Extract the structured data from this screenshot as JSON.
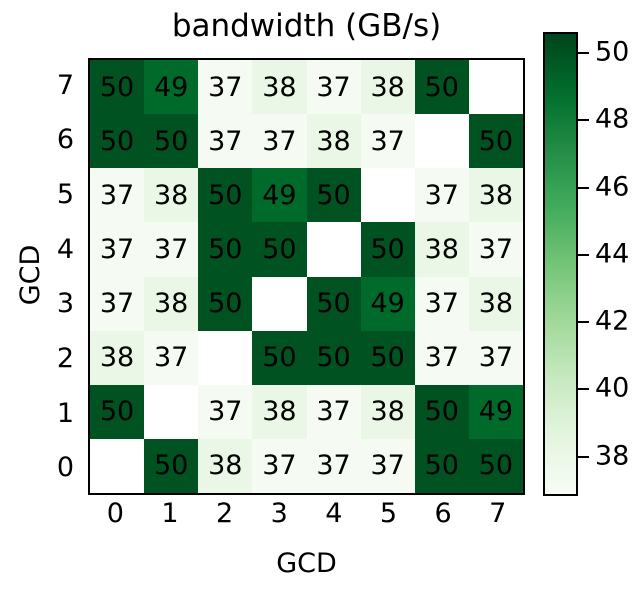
{
  "chart_data": {
    "type": "heatmap",
    "title": "bandwidth (GB/s)",
    "xlabel": "GCD",
    "ylabel": "GCD",
    "x_tick_labels": [
      "0",
      "1",
      "2",
      "3",
      "4",
      "5",
      "6",
      "7"
    ],
    "y_tick_labels": [
      "7",
      "6",
      "5",
      "4",
      "3",
      "2",
      "1",
      "0"
    ],
    "colormap": "Greens",
    "vmin": 36.8,
    "vmax": 50.6,
    "colorbar": {
      "ticks": [
        50,
        48,
        46,
        44,
        42,
        40,
        38
      ],
      "tick_labels": [
        "50",
        "48",
        "46",
        "44",
        "42",
        "40",
        "38"
      ],
      "position": "right",
      "orientation": "vertical"
    },
    "grid": false,
    "annotations": true,
    "masked_value_display": "",
    "row_order_top_to_bottom": [
      "7",
      "6",
      "5",
      "4",
      "3",
      "2",
      "1",
      "0"
    ],
    "rows": [
      {
        "label": "7",
        "values": [
          50,
          49,
          37,
          38,
          37,
          38,
          50,
          null
        ]
      },
      {
        "label": "6",
        "values": [
          50,
          50,
          37,
          37,
          38,
          37,
          null,
          50
        ]
      },
      {
        "label": "5",
        "values": [
          37,
          38,
          50,
          49,
          50,
          null,
          37,
          38
        ]
      },
      {
        "label": "4",
        "values": [
          37,
          37,
          50,
          50,
          null,
          50,
          38,
          37
        ]
      },
      {
        "label": "3",
        "values": [
          37,
          38,
          50,
          null,
          50,
          49,
          37,
          38
        ]
      },
      {
        "label": "2",
        "values": [
          38,
          37,
          null,
          50,
          50,
          50,
          37,
          37
        ]
      },
      {
        "label": "1",
        "values": [
          50,
          null,
          37,
          38,
          37,
          38,
          50,
          49
        ]
      },
      {
        "label": "0",
        "values": [
          null,
          50,
          38,
          37,
          37,
          37,
          50,
          50
        ]
      }
    ]
  },
  "colors": {
    "cb_low": "#f7fcf5",
    "cb_high": "#1b7e3d",
    "cell_37": "#f4fbf2",
    "cell_38": "#eff9ec",
    "cell_49": "#3aa05a",
    "cell_50": "#1f8a46",
    "blank": "#ffffff",
    "axis": "#000000",
    "text": "#000000"
  }
}
